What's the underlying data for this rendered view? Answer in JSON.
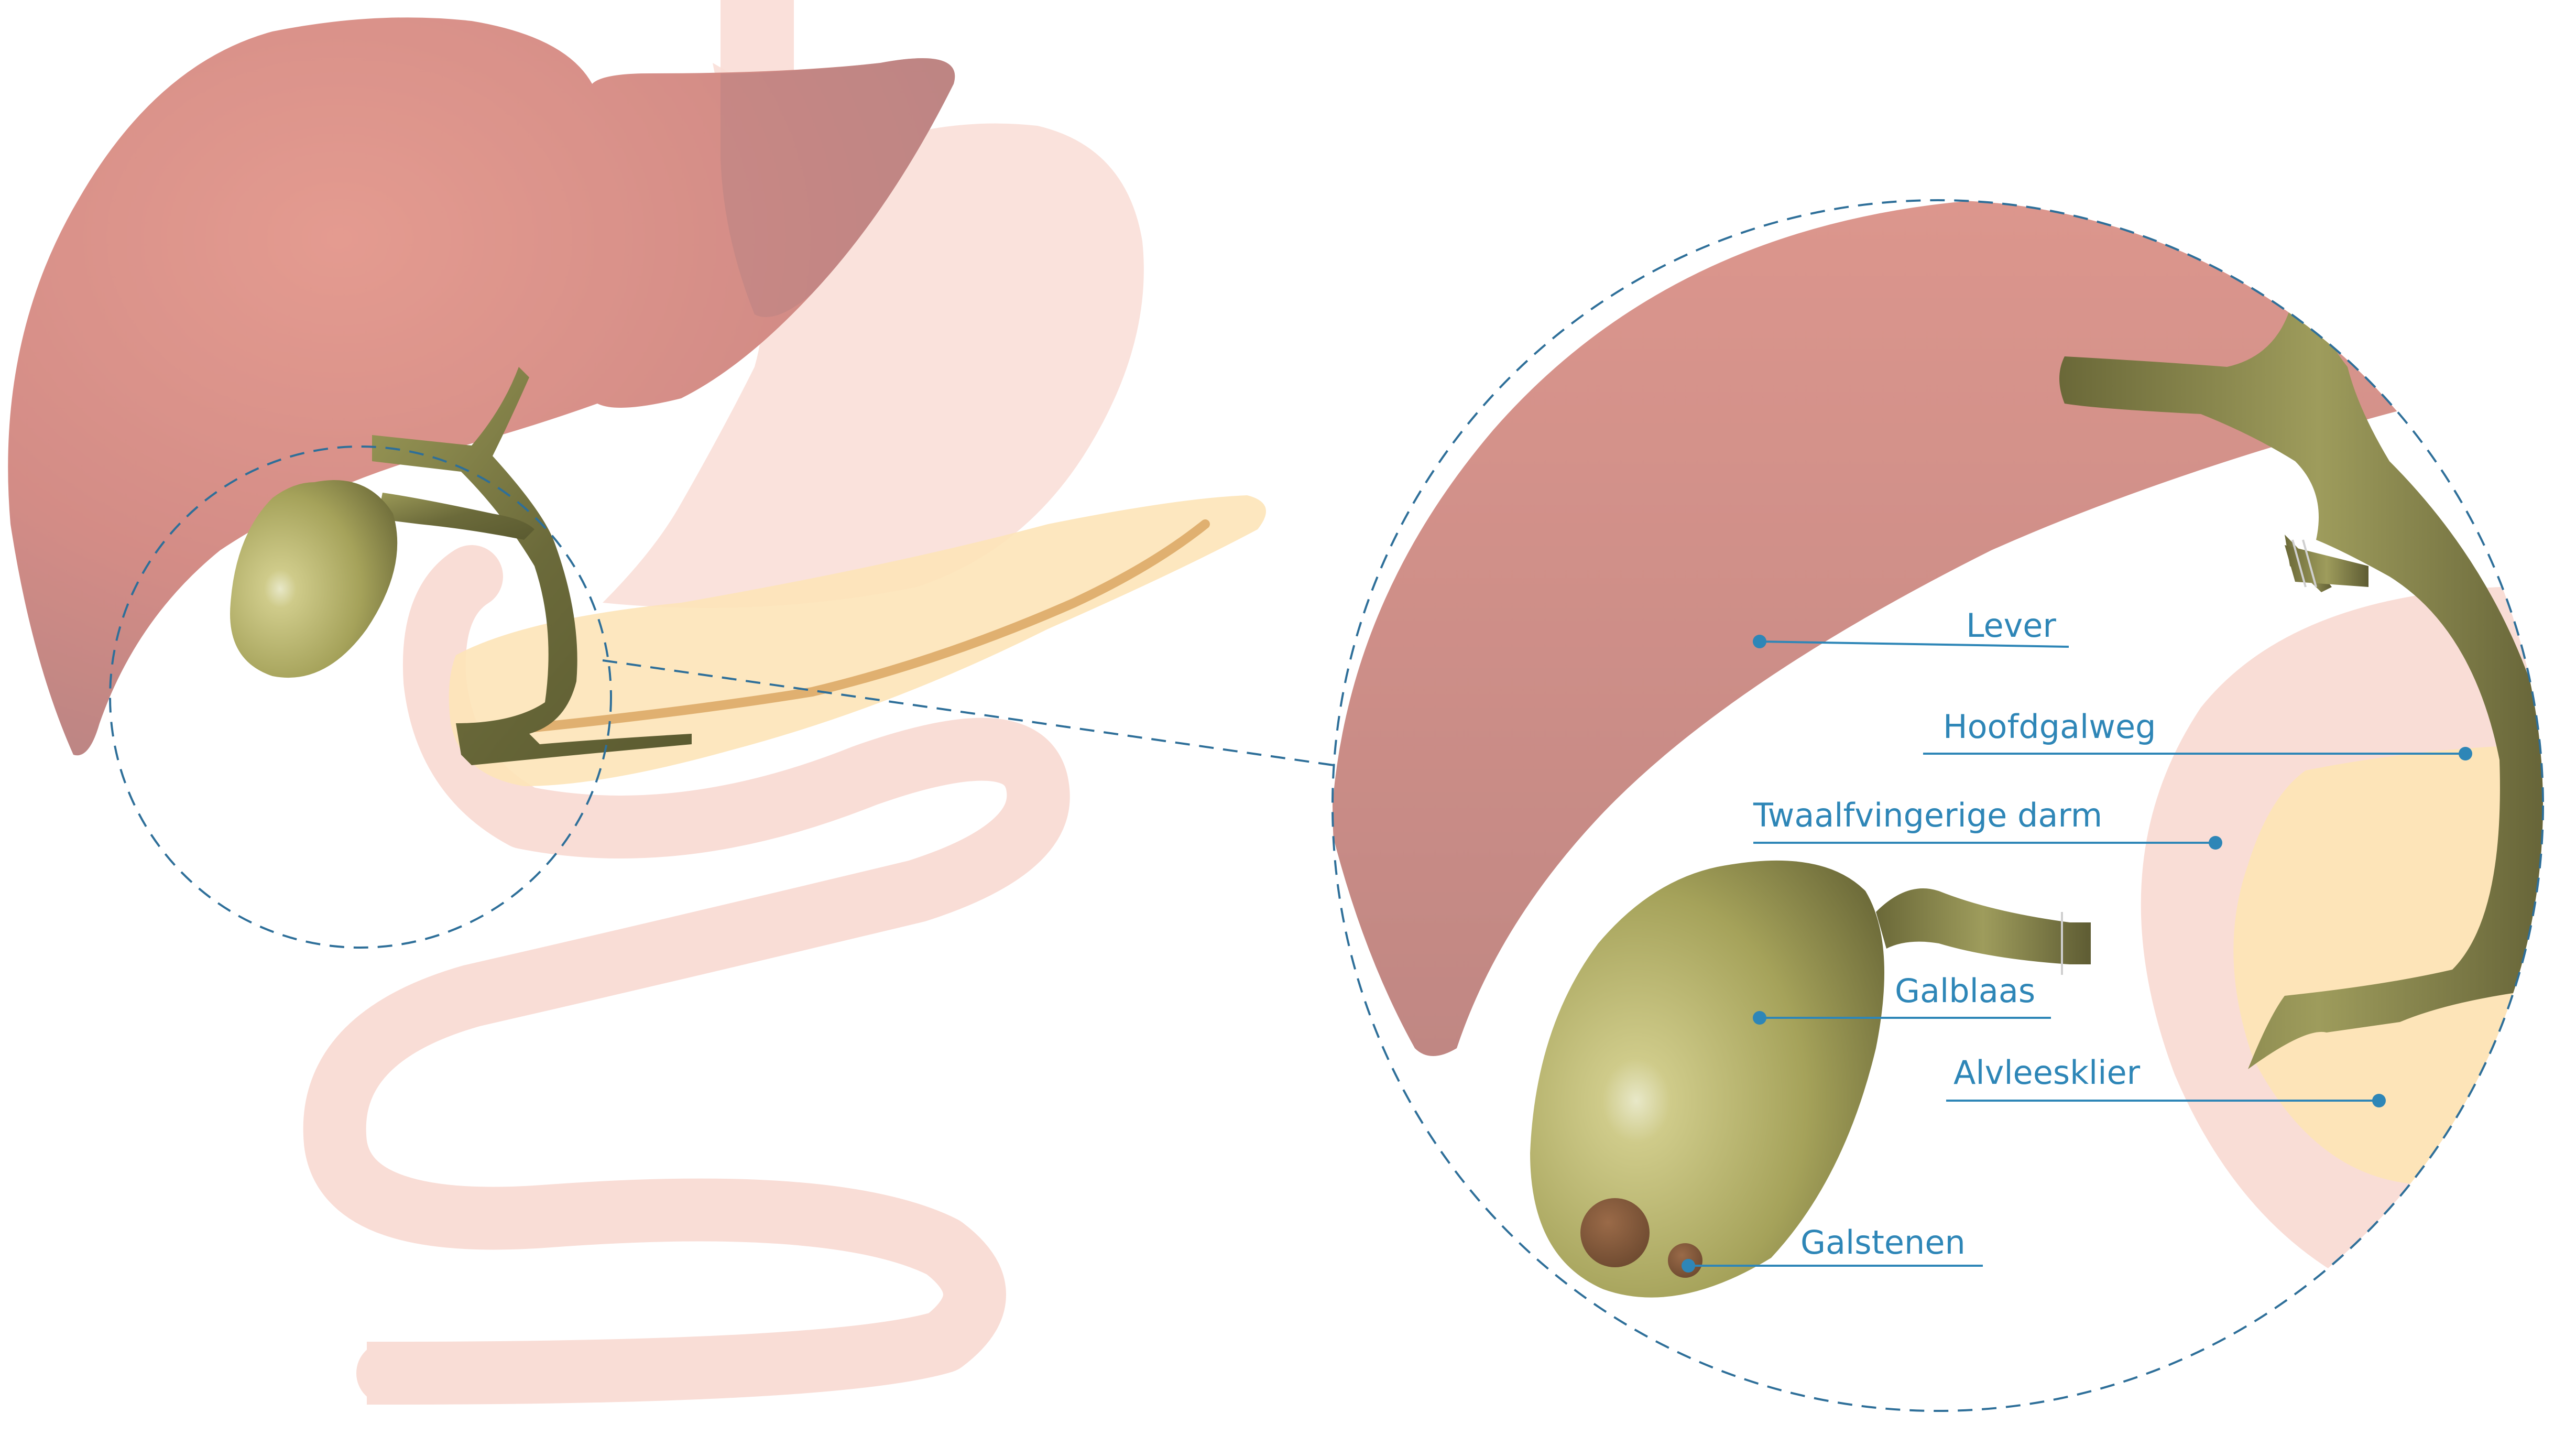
{
  "labels": {
    "liver": "Lever",
    "common_bile_duct": "Hoofdgalweg",
    "duodenum": "Twaalfvingerige darm",
    "gallbladder": "Galblaas",
    "pancreas": "Alvleesklier",
    "gallstones": "Galstenen"
  },
  "icons": {
    "liver": "liver-shape",
    "stomach": "stomach-shape",
    "gallbladder": "gallbladder-shape",
    "bile_ducts": "bile-duct-shape",
    "pancreas": "pancreas-shape",
    "intestine": "intestine-shape",
    "gallstones": "gallstone-shape"
  },
  "colors": {
    "liver": "#d98f88",
    "gallbladder": "#8f8f4a",
    "bile_duct": "#6f6e3e",
    "pancreas": "#fde4b8",
    "intestine": "#f9ddd6",
    "pancreatic_duct": "#e0b070",
    "gallstone": "#8a5a3a",
    "label_blue": "#2e86b7"
  }
}
